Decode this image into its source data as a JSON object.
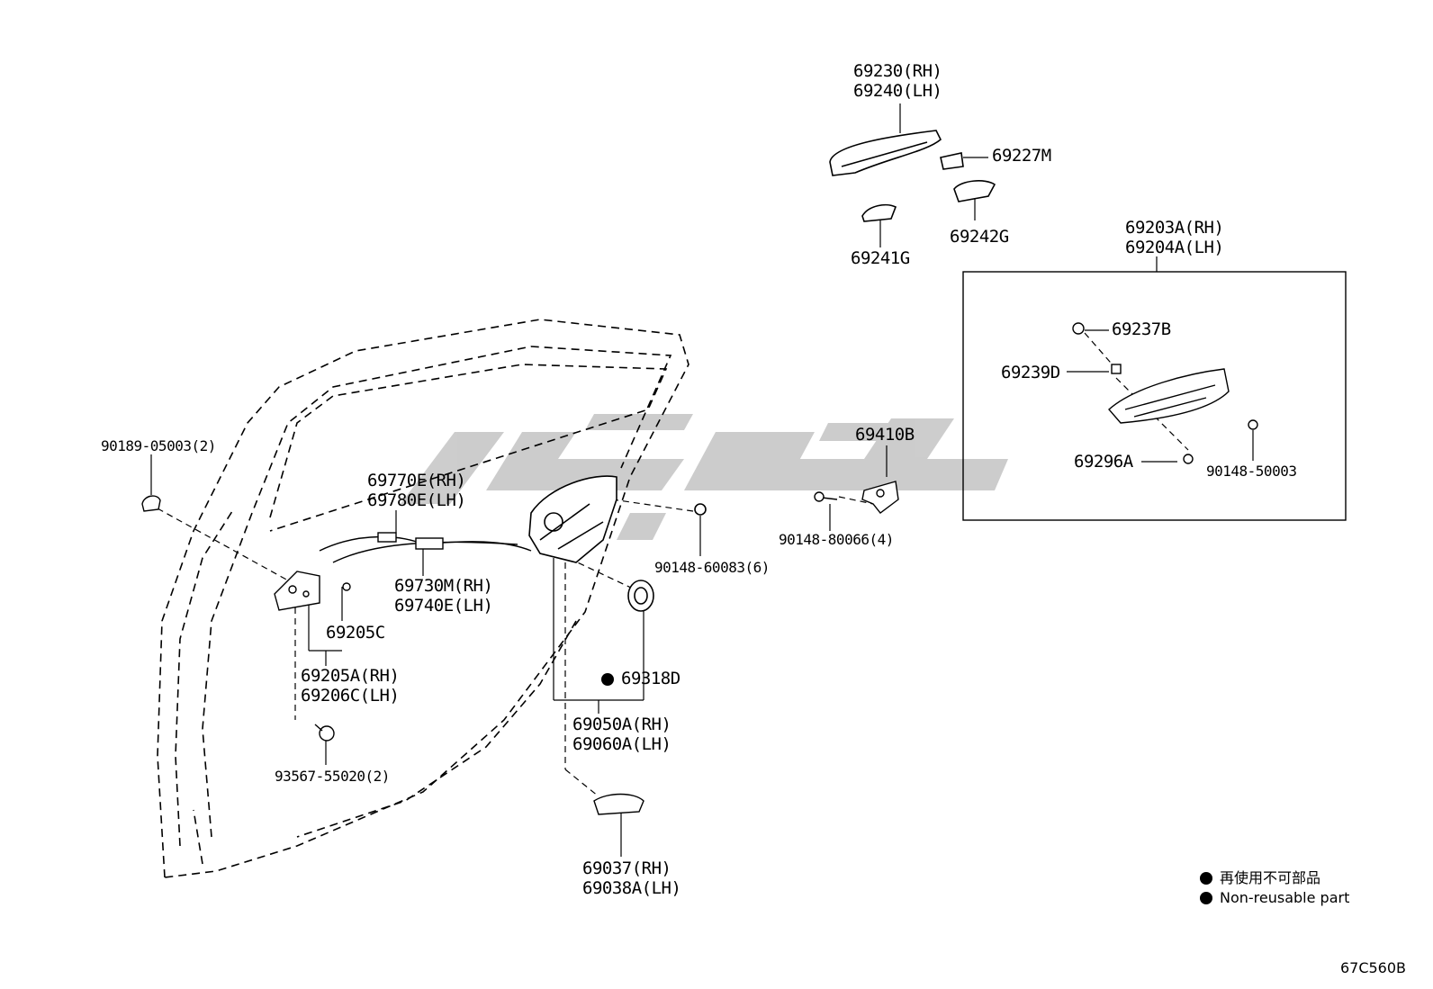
{
  "diagram": {
    "labels": {
      "p69230": "69230(RH)",
      "p69240": "69240(LH)",
      "p69227M": "69227M",
      "p69242G": "69242G",
      "p69241G": "69241G",
      "p69203A": "69203A(RH)",
      "p69204A": "69204A(LH)",
      "p69237B": "69237B",
      "p69239D": "69239D",
      "p69296A": "69296A",
      "p90148_50003": "90148-50003",
      "p69410B": "69410B",
      "p90148_80066": "90148-80066(4)",
      "p90148_60083": "90148-60083(6)",
      "p69770E": "69770E(RH)",
      "p69780E": "69780E(LH)",
      "p69730M": "69730M(RH)",
      "p69740E": "69740E(LH)",
      "p90189": "90189-05003(2)",
      "p69205C": "69205C",
      "p69205A": "69205A(RH)",
      "p69206C": "69206C(LH)",
      "p93567": "93567-55020(2)",
      "p69318D": "69318D",
      "p69050A": "69050A(RH)",
      "p69060A": "69060A(LH)",
      "p69037": "69037(RH)",
      "p69038A": "69038A(LH)"
    },
    "legend": {
      "jp": "再使用不可部品",
      "en": "Non-reusable part"
    },
    "drawing_code": "67C560B",
    "colors": {
      "line": "#000000",
      "watermark": "#bfbfbf"
    }
  }
}
